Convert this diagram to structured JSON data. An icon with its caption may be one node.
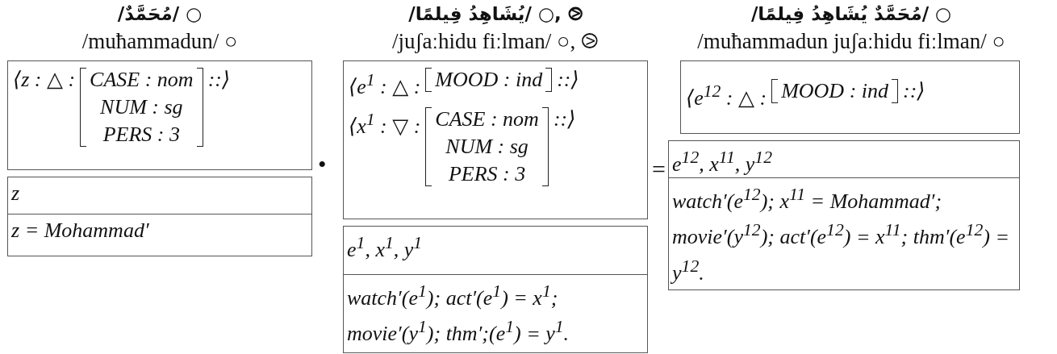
{
  "diagram": {
    "nodes": [
      {
        "text": [
          "/مُحَمَّدٌ/ ○",
          "/muħammadun/ ○",
          "⟨z : △ :",
          "CASE : nom",
          "NUM : sg",
          "PERS : 3",
          "::⟩"
        ]
      },
      {
        "text": [
          "z",
          "z = Mohammad′"
        ]
      },
      {
        "text": [
          "/يُشَاهِدُ فِيلمًا/ ○, ⧁",
          "/juʃaːhidu fiːlman/ ○, ⧁",
          "⟨e$^{1}$ : △ :",
          "MOOD : ind",
          "::⟩",
          "⟨x$^{1}$ : ▽ :",
          "CASE : nom",
          "NUM : sg",
          "PERS : 3",
          "::⟩"
        ]
      },
      {
        "text": [
          "e$^{1}$, x$^{1}$, y$^{1}$",
          "watch′(e$^{1}$); act′(e$^{1}$) = x$^{1}$; movie′(y$^{1}$); thm′;(e$^{1}$) = y$^{1}$."
        ]
      },
      {
        "text": [
          "/مُحَمَّدٌ يُشَاهِدُ فِيلمًا/ ○",
          "/muħammadun juʃaːhidu fiːlman/ ○",
          "⟨e$^{12}$ : △ :",
          "MOOD : ind",
          "::⟩"
        ]
      },
      {
        "text": [
          "e$^{12}$, x$^{11}$, y$^{12}$",
          "watch′(e$^{12}$); x$^{11}$ = Mohammad′; movie′(y$^{12}$); act′(e$^{12}$) = x$^{11}$; thm′(e$^{12}$) = y$^{12}$."
        ]
      }
    ],
    "labels": [
      "•",
      "="
    ]
  }
}
